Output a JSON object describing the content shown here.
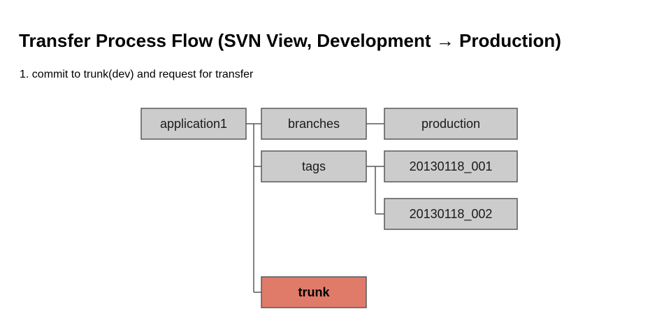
{
  "page": {
    "title": "Transfer Process Flow (SVN View, Development → Production)",
    "step": "1. commit to trunk(dev) and request for transfer"
  },
  "colors": {
    "node_fill": "#cccccc",
    "node_stroke": "#595959",
    "highlight_fill": "#e07b6a",
    "connector": "#595959"
  },
  "tree": {
    "nodes": [
      {
        "id": "application1",
        "label": "application1",
        "highlight": false
      },
      {
        "id": "branches",
        "label": "branches",
        "highlight": false
      },
      {
        "id": "production",
        "label": "production",
        "highlight": false
      },
      {
        "id": "tags",
        "label": "tags",
        "highlight": false
      },
      {
        "id": "tag-20130118-001",
        "label": "20130118_001",
        "highlight": false
      },
      {
        "id": "tag-20130118-002",
        "label": "20130118_002",
        "highlight": false
      },
      {
        "id": "trunk",
        "label": "trunk",
        "highlight": true
      }
    ],
    "edges": [
      [
        "application1",
        "branches"
      ],
      [
        "application1",
        "tags"
      ],
      [
        "application1",
        "trunk"
      ],
      [
        "branches",
        "production"
      ],
      [
        "tags",
        "tag-20130118-001"
      ],
      [
        "tags",
        "tag-20130118-002"
      ]
    ]
  }
}
